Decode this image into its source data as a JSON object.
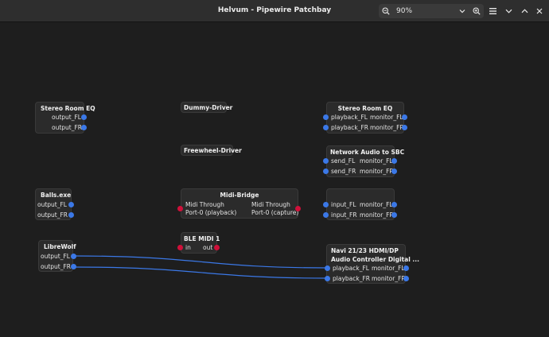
{
  "window": {
    "title": "Helvum - Pipewire Patchbay"
  },
  "toolbar": {
    "zoom_value": "90%"
  },
  "icons": {
    "zoom_out": "zoom-out-icon",
    "zoom_in": "zoom-in-icon",
    "menu": "hamburger-menu-icon",
    "minimize": "chevron-down-icon",
    "maximize": "chevron-up-icon",
    "close": "close-icon"
  },
  "colors": {
    "audio_port": "#3b78e7",
    "midi_port": "#d0103a",
    "link": "#3b78e7"
  },
  "nodes": {
    "stereo_room_eq_out": {
      "title": "Stereo Room EQ",
      "ports": [
        "output_FL",
        "output_FR"
      ]
    },
    "dummy_driver": {
      "title": "Dummy-Driver"
    },
    "freewheel_driver": {
      "title": "Freewheel-Driver"
    },
    "stereo_room_eq_in": {
      "title": "Stereo Room EQ",
      "in_ports": [
        "playback_FL",
        "playback_FR"
      ],
      "out_ports": [
        "monitor_FL",
        "monitor_FR"
      ]
    },
    "network_audio": {
      "title": "Network Audio to SBC",
      "in_ports": [
        "send_FL",
        "send_FR"
      ],
      "out_ports": [
        "monitor_FL",
        "monitor_FR"
      ]
    },
    "balls": {
      "title": "Balls.exe",
      "ports": [
        "output_FL",
        "output_FR"
      ]
    },
    "midi_bridge": {
      "title": "Midi-Bridge",
      "in_port": [
        "Midi Through",
        "Port-0 (playback)"
      ],
      "out_port": [
        "Midi Through",
        "Port-0 (capture)"
      ]
    },
    "unnamed_input": {
      "title": "",
      "in_ports": [
        "input_FL",
        "input_FR"
      ],
      "out_ports": [
        "monitor_FL",
        "monitor_FR"
      ]
    },
    "ble_midi": {
      "title": "BLE MIDI 1",
      "in_port": "in",
      "out_port": "out"
    },
    "librewolf": {
      "title": "LibreWolf",
      "ports": [
        "output_FL",
        "output_FR"
      ]
    },
    "navi": {
      "title_line1": "Navi 21/23 HDMI/DP",
      "title_line2": "Audio Controller Digital ...",
      "in_ports": [
        "playback_FL",
        "playback_FR"
      ],
      "out_ports": [
        "monitor_FL",
        "monitor_FR"
      ]
    }
  }
}
